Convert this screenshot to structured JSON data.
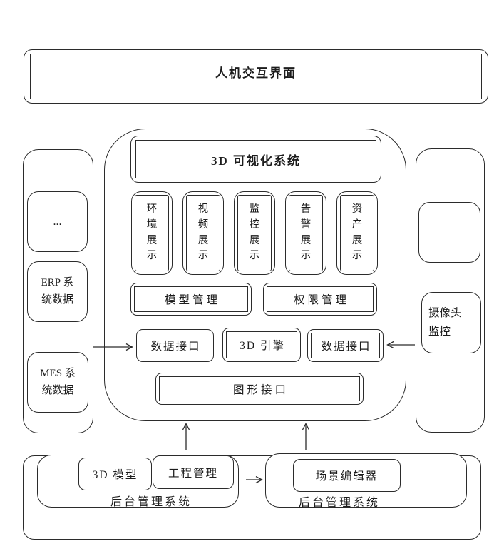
{
  "diagram": {
    "colors": {
      "line": "#2b2b2b",
      "background": "#ffffff"
    },
    "top_banner": {
      "label": "人机交互界面"
    },
    "left_panel": {
      "ellipsis_label": "...",
      "erp": {
        "line1": "ERP 系",
        "line2": "统数据"
      },
      "mes": {
        "line1": "MES 系",
        "line2": "统数据"
      }
    },
    "right_panel": {
      "camera": {
        "line1": "摄像头",
        "line2": "监控"
      }
    },
    "main_system": {
      "title": "3D 可视化系统",
      "display_modules": [
        "环境展示",
        "视频展示",
        "监控展示",
        "告警展示",
        "资产展示"
      ],
      "model_mgmt": "模型管理",
      "perm_mgmt": "权限管理",
      "data_if_left": "数据接口",
      "engine": "3D 引擎",
      "data_if_right": "数据接口",
      "graphics_if": "图形接口"
    },
    "bottom": {
      "left_group": {
        "box1": "3D 模型",
        "box2": "工程管理",
        "label": "后台管理系统"
      },
      "right_group": {
        "box1": "场景编辑器",
        "label": "后台管理系统"
      }
    }
  }
}
